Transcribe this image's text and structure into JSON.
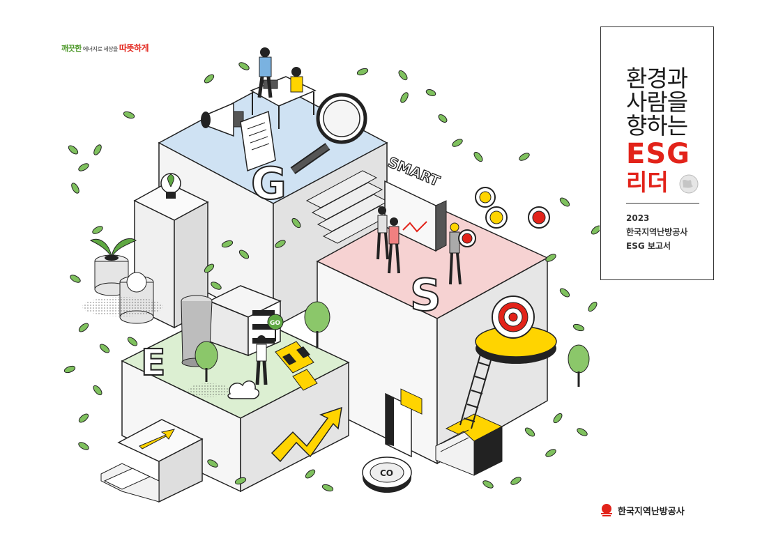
{
  "slogan": {
    "part1": "깨끗한",
    "part2": "에너지로",
    "part3": "세상을",
    "part4": "따뜻하게"
  },
  "cover": {
    "title_line1": "환경과",
    "title_line2": "사람을",
    "title_line3": "향하는",
    "title_esg": "ESG",
    "title_leader": "리더",
    "year": "2023",
    "org": "한국지역난방공사",
    "report": "ESG 보고서"
  },
  "illustration": {
    "letter_g": "G",
    "letter_s": "S",
    "letter_e": "E",
    "smart_sign": "SMART",
    "co2_label": "CO",
    "go_sign": "GO"
  },
  "footer": {
    "org_name": "한국지역난방공사"
  },
  "colors": {
    "accent_red": "#e2231a",
    "platform_blue": "#cfe2f3",
    "platform_pink": "#f6d2d2",
    "platform_green": "#dcefd2",
    "leaf_green": "#5fa843",
    "yellow": "#ffd400"
  }
}
